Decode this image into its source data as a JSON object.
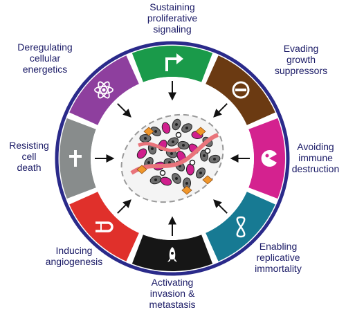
{
  "hallmarks": [
    {
      "id": "proliferative",
      "label": "Sustaining\nproliferative\nsignaling",
      "color": "#1a9a4a",
      "icon": "arrow-icon"
    },
    {
      "id": "suppressors",
      "label": "Evading\ngrowth\nsuppressors",
      "color": "#6b3a12",
      "icon": "no-entry-icon"
    },
    {
      "id": "immune",
      "label": "Avoiding\nimmune\ndestruction",
      "color": "#d4228f",
      "icon": "pacman-cell-icon"
    },
    {
      "id": "immortality",
      "label": "Enabling\nreplicative\nimmortality",
      "color": "#177a93",
      "icon": "infinity-icon"
    },
    {
      "id": "invasion",
      "label": "Activating\ninvasion &\nmetastasis",
      "color": "#161616",
      "icon": "rocket-icon"
    },
    {
      "id": "angiogenesis",
      "label": "Inducing\nangiogenesis",
      "color": "#e0302b",
      "icon": "vessel-icon"
    },
    {
      "id": "death",
      "label": "Resisting\ncell\ndeath",
      "color": "#888c8c",
      "icon": "cross-icon"
    },
    {
      "id": "energetics",
      "label": "Deregulating\ncellular\nenergetics",
      "color": "#8e3f9e",
      "icon": "atom-icon"
    }
  ],
  "colors": {
    "ring": "#2a2a8a",
    "text": "#1a1a66",
    "tumor_border": "#999999"
  }
}
